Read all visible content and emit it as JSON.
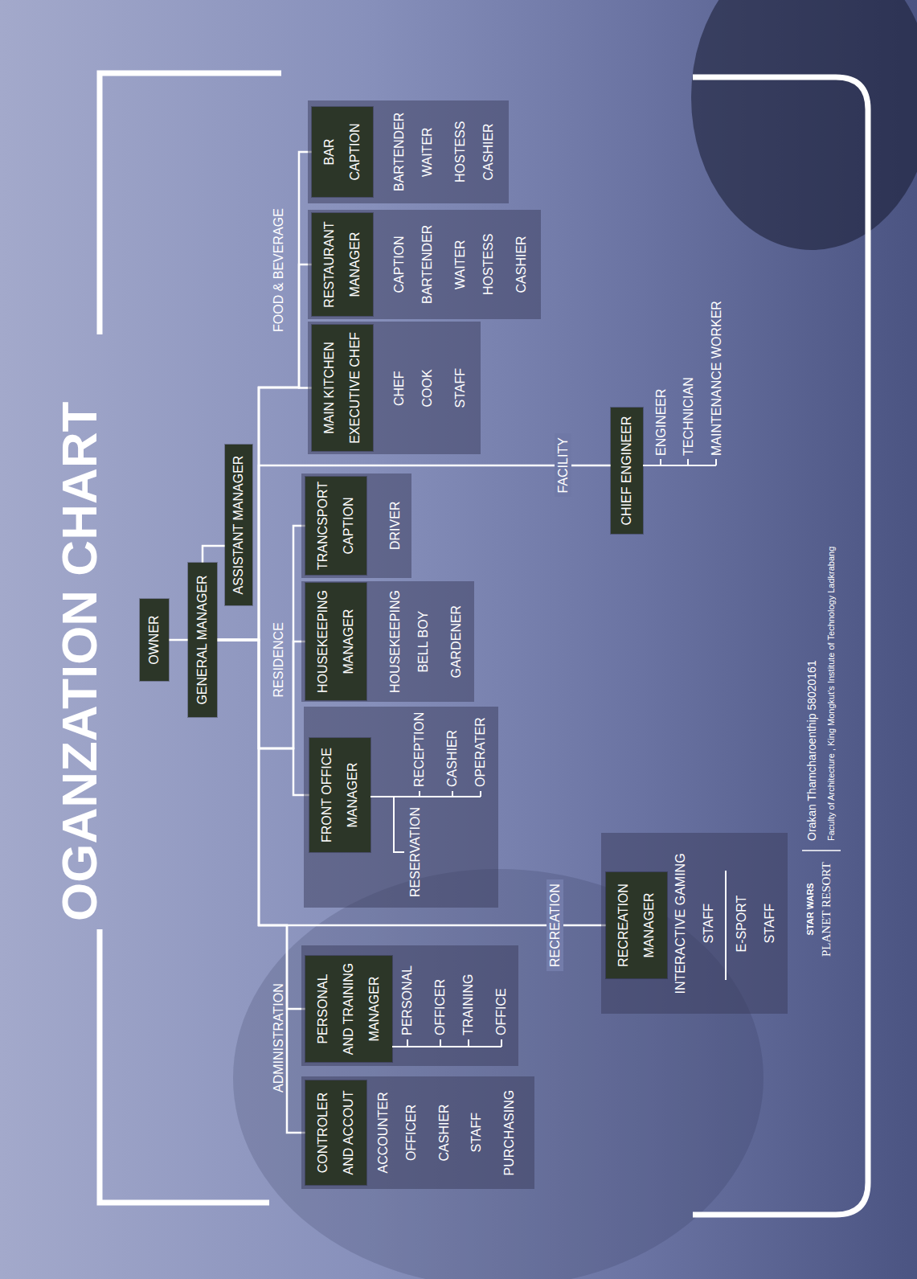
{
  "diagram": {
    "title": "OGANZATION CHART",
    "nodes": [
      {
        "text": [
          "OWNER"
        ]
      },
      {
        "text": [
          "GENERAL MANAGER"
        ]
      },
      {
        "text": [
          "ASSISTANT MANAGER"
        ]
      },
      {
        "text": [
          "ACCOUNTER",
          "OFFICER",
          "CASHIER",
          "STAFF",
          "PURCHASING"
        ]
      },
      {
        "text": [
          "CONTROLER AND ACCOUT"
        ],
        "in": 3
      },
      {
        "text": [
          "PERSONAL",
          "OFFICER",
          "TRAINING",
          "OFFICE"
        ]
      },
      {
        "text": [
          "PERSONAL AND TRAINING MANAGER"
        ],
        "in": 5
      },
      {
        "text": [
          "RESERVATION",
          "RECEPTION",
          "CASHIER",
          "OPERATER"
        ]
      },
      {
        "text": [
          "FRONT OFFICE MANAGER"
        ],
        "in": 7
      },
      {
        "text": [
          "HOUSEKEEPING",
          "BELL BOY",
          "GARDENER"
        ]
      },
      {
        "text": [
          "HOUSEKEEPING MANAGER"
        ],
        "in": 9
      },
      {
        "text": [
          "DRIVER"
        ]
      },
      {
        "text": [
          "TRANCSPORT CAPTION"
        ],
        "in": 11
      },
      {
        "text": [
          "CHEF",
          "COOK",
          "STAFF"
        ]
      },
      {
        "text": [
          "MAIN KITCHEN EXECUTIVE CHEF"
        ],
        "in": 13
      },
      {
        "text": [
          "CAPTION",
          "BARTENDER",
          "WAITER",
          "HOSTESS",
          "CASHIER"
        ]
      },
      {
        "text": [
          "RESTAURANT MANAGER"
        ],
        "in": 15
      },
      {
        "text": [
          "BARTENDER",
          "WAITER",
          "HOSTESS",
          "CASHIER"
        ]
      },
      {
        "text": [
          "BAR CAPTION"
        ],
        "in": 17
      },
      {
        "text": [
          "INTERACTIVE GAMING",
          "STAFF",
          "E-SPORT",
          "STAFF"
        ]
      },
      {
        "text": [
          "RECREATION MANAGER"
        ],
        "in": 19
      },
      {
        "text": [
          "CHIEF ENGINEER"
        ]
      }
    ],
    "edges": [
      {
        "from": 0,
        "to": 1,
        "arrow": "none"
      },
      {
        "from": 1,
        "to": 2,
        "arrow": "none"
      },
      {
        "from": 1,
        "to": 4,
        "arrow": "none"
      },
      {
        "from": 1,
        "to": 6,
        "arrow": "none"
      },
      {
        "from": 1,
        "to": 8,
        "arrow": "none"
      },
      {
        "from": 1,
        "to": 10,
        "arrow": "none"
      },
      {
        "from": 1,
        "to": 12,
        "arrow": "none"
      },
      {
        "from": 1,
        "to": 14,
        "arrow": "none"
      },
      {
        "from": 1,
        "to": 16,
        "arrow": "none"
      },
      {
        "from": 1,
        "to": 18,
        "arrow": "none"
      },
      {
        "from": 1,
        "to": 20,
        "arrow": "none"
      },
      {
        "from": 1,
        "to": 21,
        "arrow": "none"
      }
    ],
    "labels": [
      "ADMINISTRATION",
      "RESIDENCE",
      "FOOD & BEVERAGE",
      "RECREATION",
      "FACILITY",
      "ENGINEER",
      "TECHNICIAN",
      "MAINTENANCE WORKER",
      "STAR WARS",
      "PLANET RESORT",
      "Orakan Thamcharoenthip 58020161",
      "Faculty of Architecture , King Mongkut's Institute of Technology Ladkrabang"
    ]
  }
}
